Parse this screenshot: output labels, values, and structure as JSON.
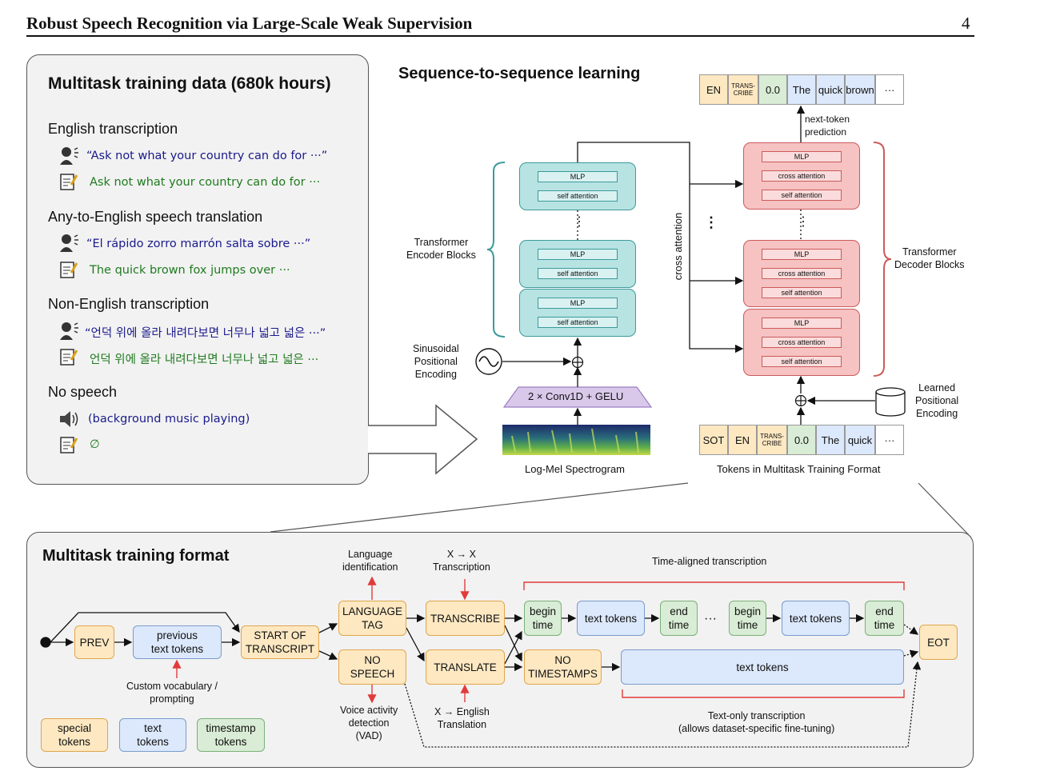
{
  "header": {
    "title": "Robust Speech Recognition via Large-Scale Weak Supervision",
    "page_number": "4"
  },
  "data_panel": {
    "title": "Multitask training data (680k hours)",
    "sections": [
      {
        "heading": "English transcription",
        "audio": "“Ask not what your country can do for ···”",
        "text": "Ask not what your country can do for ···"
      },
      {
        "heading": "Any-to-English speech translation",
        "audio": "“El rápido zorro marrón salta sobre ···”",
        "text": "The quick brown fox jumps over ···"
      },
      {
        "heading": "Non-English transcription",
        "audio": "“언덕 위에 올라 내려다보면 너무나 넓고 넓은 ···”",
        "text": "언덕 위에 올라 내려다보면 너무나 넓고 넓은 ···"
      },
      {
        "heading": "No speech",
        "audio": "(background music playing)",
        "text": "∅"
      }
    ]
  },
  "seq2seq": {
    "title": "Sequence-to-sequence learning",
    "encoder_label": "Transformer\nEncoder Blocks",
    "decoder_label": "Transformer\nDecoder Blocks",
    "mlp": "MLP",
    "self_attention": "self attention",
    "cross_attention": "cross attention",
    "cross_attention_side": "cross attention",
    "sinusoidal": "Sinusoidal\nPositional\nEncoding",
    "learned": "Learned\nPositional\nEncoding",
    "conv": "2 × Conv1D + GELU",
    "spectrogram": "Log-Mel Spectrogram",
    "tokens_caption": "Tokens in Multitask Training Format",
    "next_token": "next-token\nprediction",
    "vdots": "⋮",
    "output_tokens": [
      "EN",
      "TRANS-\nCRIBE",
      "0.0",
      "The",
      "quick",
      "brown",
      "···"
    ],
    "input_tokens": [
      "SOT",
      "EN",
      "TRANS-\nCRIBE",
      "0.0",
      "The",
      "quick",
      "···"
    ]
  },
  "format_panel": {
    "title": "Multitask training format",
    "prev": "PREV",
    "previous_text_tokens": "previous\ntext tokens",
    "custom_vocab": "Custom vocabulary /\nprompting",
    "start_of_transcript": "START OF\nTRANSCRIPT",
    "language_tag": "LANGUAGE\nTAG",
    "no_speech": "NO\nSPEECH",
    "language_id": "Language\nidentification",
    "vad": "Voice activity\ndetection\n(VAD)",
    "transcribe": "TRANSCRIBE",
    "translate": "TRANSLATE",
    "x_to_x": "X → X\nTranscription",
    "x_to_english": "X → English\nTranslation",
    "begin_time": "begin\ntime",
    "end_time": "end\ntime",
    "text_tokens": "text tokens",
    "ellipsis": "···",
    "no_timestamps": "NO\nTIMESTAMPS",
    "eot": "EOT",
    "time_aligned": "Time-aligned transcription",
    "text_only": "Text-only transcription\n(allows dataset-specific fine-tuning)",
    "legend": {
      "special": "special\ntokens",
      "text": "text\ntokens",
      "timestamp": "timestamp\ntokens"
    }
  }
}
